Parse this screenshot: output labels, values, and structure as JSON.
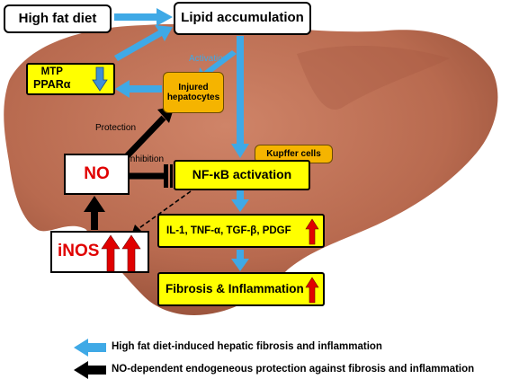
{
  "nodes": {
    "high_fat_diet": "High fat diet",
    "lipid_accumulation": "Lipid accumulation",
    "mtp": "MTP",
    "ppar": "PPARα",
    "injured_hepatocytes": "Injured hepatocytes",
    "kupffer_cells": "Kupffer cells",
    "no": "NO",
    "nfkb": "NF-κB activation",
    "cytokines": "IL-1, TNF-α, TGF-β, PDGF",
    "inos": "iNOS",
    "fibrosis": "Fibrosis & Inflammation"
  },
  "edge_labels": {
    "activation": "Activation",
    "protection": "Protection",
    "inhibition": "Inhibition"
  },
  "legend": {
    "blue": "High fat diet-induced hepatic fibrosis and inflammation",
    "black": "NO-dependent endogeneous protection against fibrosis and inflammation"
  },
  "colors": {
    "liver": "#b86a4f",
    "blue_arrow": "#3fa9e6",
    "black_arrow": "#000000",
    "yellow_box": "#ffff00",
    "orange_box": "#f5b400",
    "red_arrow": "#e00000"
  },
  "icons": {
    "ppar_arrow": "blue-down-arrow",
    "cytokines_arrow": "red-up-arrow",
    "inos_arrows": "two-red-up-arrows",
    "fibrosis_arrow": "red-up-arrow"
  }
}
